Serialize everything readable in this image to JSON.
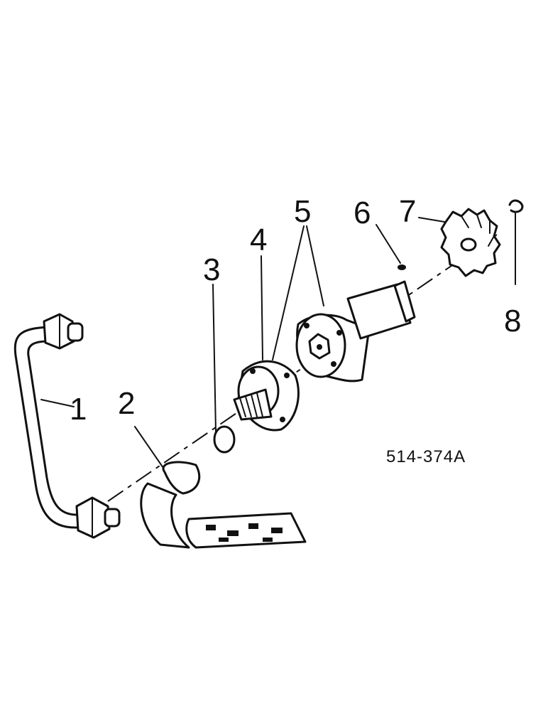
{
  "figure": {
    "code": "514-374A",
    "callouts": [
      {
        "id": "1",
        "label": "1"
      },
      {
        "id": "2",
        "label": "2"
      },
      {
        "id": "3",
        "label": "3"
      },
      {
        "id": "4",
        "label": "4"
      },
      {
        "id": "5",
        "label": "5"
      },
      {
        "id": "6",
        "label": "6"
      },
      {
        "id": "7",
        "label": "7"
      },
      {
        "id": "8",
        "label": "8"
      }
    ],
    "colors": {
      "ink": "#111111",
      "paper": "#ffffff"
    }
  }
}
